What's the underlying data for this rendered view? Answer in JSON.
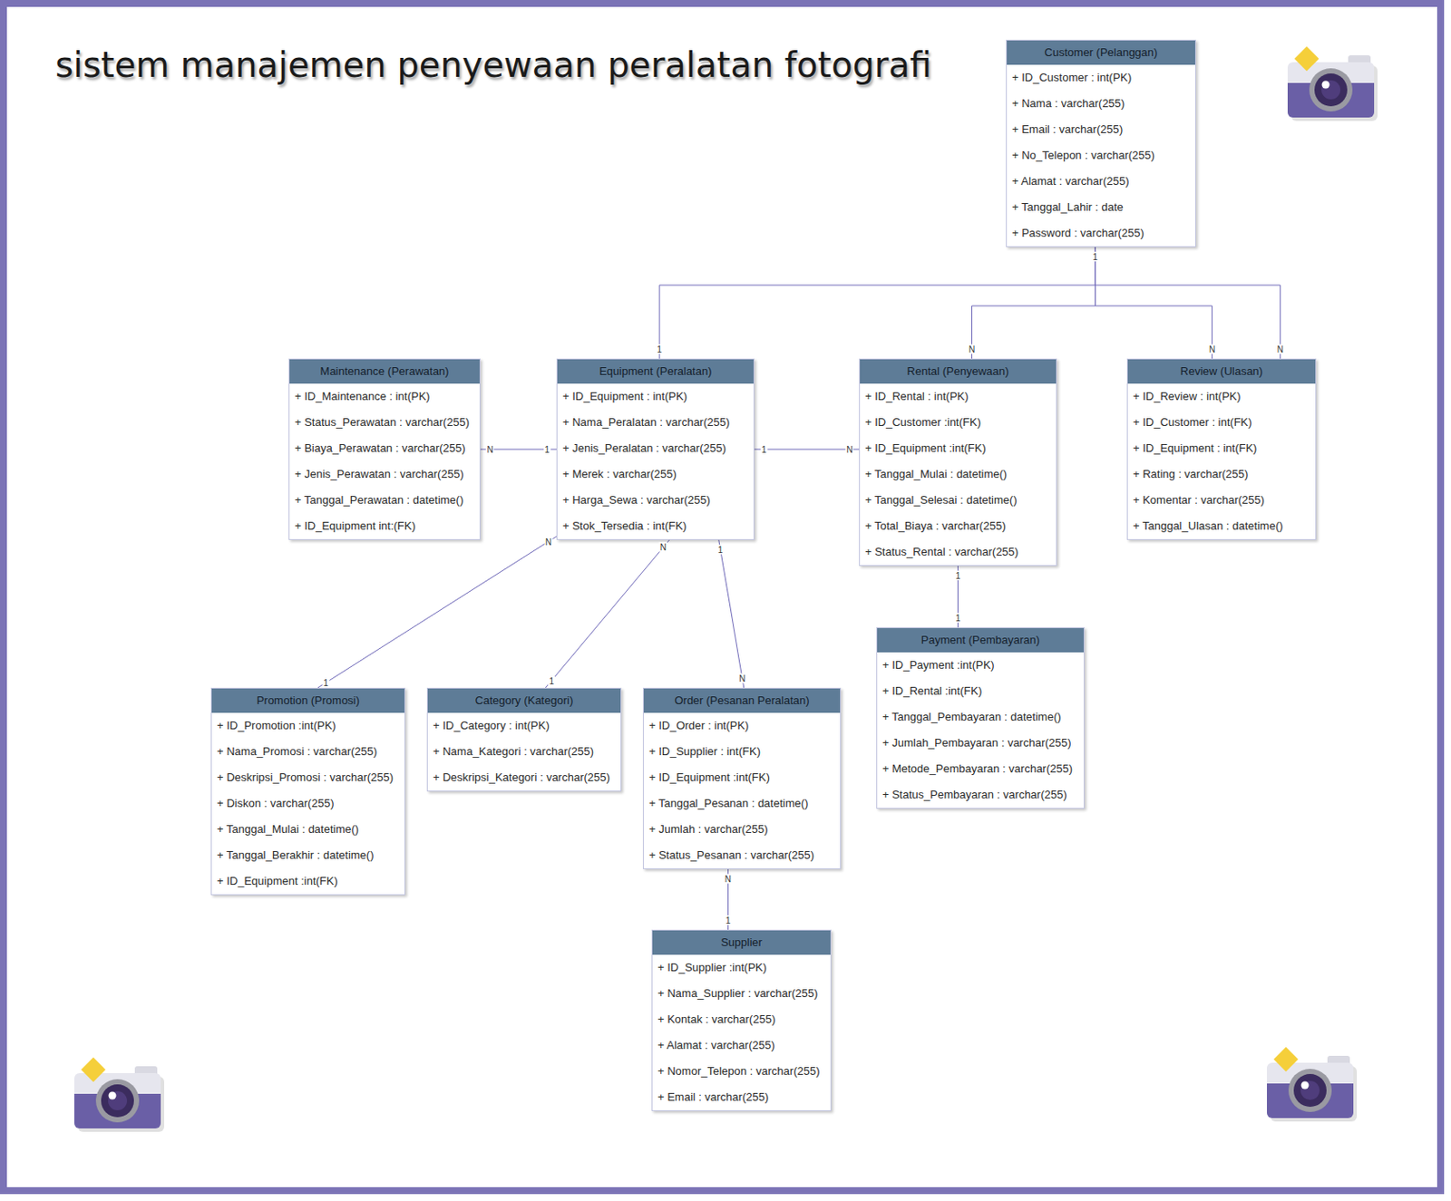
{
  "diagram": {
    "title": "sistem manajemen penyewaan peralatan fotografi",
    "nodes": [
      {
        "text": [
          "Customer (Pelanggan)",
          "+ ID_Customer : int(PK)",
          "+ Nama : varchar(255)",
          "+ Email : varchar(255)",
          "+ No_Telepon : varchar(255)",
          "+ Alamat : varchar(255)",
          "+ Tanggal_Lahir : date",
          "+ Password : varchar(255)"
        ]
      },
      {
        "text": [
          "Maintenance (Perawatan)",
          "+ ID_Maintenance : int(PK)",
          "+ Status_Perawatan : varchar(255)",
          "+ Biaya_Perawatan : varchar(255)",
          "+ Jenis_Perawatan : varchar(255)",
          "+ Tanggal_Perawatan : datetime()",
          "+ ID_Equipment int:(FK)"
        ]
      },
      {
        "text": [
          "Equipment (Peralatan)",
          "+ ID_Equipment : int(PK)",
          "+ Nama_Peralatan : varchar(255)",
          "+ Jenis_Peralatan : varchar(255)",
          "+ Merek : varchar(255)",
          "+ Harga_Sewa : varchar(255)",
          "+ Stok_Tersedia : int(FK)"
        ]
      },
      {
        "text": [
          "Rental (Penyewaan)",
          "+ ID_Rental : int(PK)",
          "+ ID_Customer :int(FK)",
          "+ ID_Equipment :int(FK)",
          "+ Tanggal_Mulai : datetime()",
          "+ Tanggal_Selesai : datetime()",
          "+ Total_Biaya : varchar(255)",
          "+ Status_Rental : varchar(255)"
        ]
      },
      {
        "text": [
          "Review (Ulasan)",
          "+ ID_Review : int(PK)",
          "+ ID_Customer : int(FK)",
          "+ ID_Equipment : int(FK)",
          "+ Rating : varchar(255)",
          "+ Komentar : varchar(255)",
          "+ Tanggal_Ulasan : datetime()"
        ]
      },
      {
        "text": [
          "Payment (Pembayaran)",
          "+ ID_Payment :int(PK)",
          "+ ID_Rental :int(FK)",
          "+ Tanggal_Pembayaran : datetime()",
          "+ Jumlah_Pembayaran : varchar(255)",
          "+ Metode_Pembayaran : varchar(255)",
          "+ Status_Pembayaran : varchar(255)"
        ]
      },
      {
        "text": [
          "Promotion (Promosi)",
          "+ ID_Promotion :int(PK)",
          "+ Nama_Promosi : varchar(255)",
          "+ Deskripsi_Promosi : varchar(255)",
          "+ Diskon : varchar(255)",
          "+ Tanggal_Mulai : datetime()",
          "+ Tanggal_Berakhir : datetime()",
          "+ ID_Equipment :int(FK)"
        ]
      },
      {
        "text": [
          "Category (Kategori)",
          "+ ID_Category : int(PK)",
          "+ Nama_Kategori : varchar(255)",
          "+ Deskripsi_Kategori : varchar(255)"
        ]
      },
      {
        "text": [
          "Order (Pesanan Peralatan)",
          "+ ID_Order : int(PK)",
          "+ ID_Supplier : int(FK)",
          "+ ID_Equipment :int(FK)",
          "+ Tanggal_Pesanan : datetime()",
          "+ Jumlah : varchar(255)",
          "+ Status_Pesanan : varchar(255)"
        ]
      },
      {
        "text": [
          "Supplier",
          "+ ID_Supplier :int(PK)",
          "+ Nama_Supplier : varchar(255)",
          "+ Kontak : varchar(255)",
          "+ Alamat : varchar(255)",
          "+ Nomor_Telepon : varchar(255)",
          "+ Email : varchar(255)"
        ]
      }
    ],
    "edges": [
      {
        "from": 0,
        "to": 2,
        "arrow": "none"
      },
      {
        "from": 0,
        "to": 3,
        "arrow": "none"
      },
      {
        "from": 0,
        "to": 4,
        "arrow": "none"
      },
      {
        "from": 0,
        "to": 4,
        "arrow": "none"
      },
      {
        "from": 2,
        "to": 1,
        "arrow": "none"
      },
      {
        "from": 2,
        "to": 3,
        "arrow": "none"
      },
      {
        "from": 2,
        "to": 6,
        "arrow": "none"
      },
      {
        "from": 2,
        "to": 7,
        "arrow": "none"
      },
      {
        "from": 2,
        "to": 8,
        "arrow": "none"
      },
      {
        "from": 3,
        "to": 5,
        "arrow": "none"
      },
      {
        "from": 8,
        "to": 9,
        "arrow": "none"
      }
    ],
    "labels": [
      "1",
      "1",
      "N",
      "N",
      "N",
      "N",
      "1",
      "1",
      "N",
      "N",
      "1",
      "N",
      "1",
      "1",
      "N",
      "1",
      "1",
      "N",
      "1"
    ]
  }
}
